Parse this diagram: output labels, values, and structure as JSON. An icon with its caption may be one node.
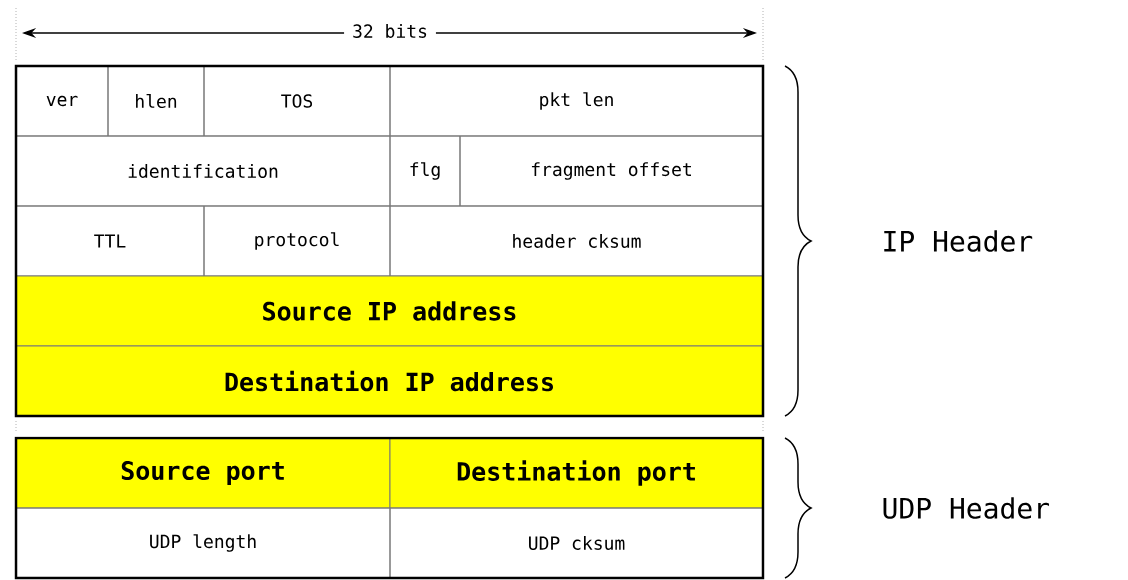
{
  "diagram": {
    "nodes": [
      {
        "text": [
          "ver"
        ]
      },
      {
        "text": [
          "hlen"
        ]
      },
      {
        "text": [
          "TOS"
        ]
      },
      {
        "text": [
          "pkt len"
        ]
      },
      {
        "text": [
          "identification"
        ]
      },
      {
        "text": [
          "flg"
        ]
      },
      {
        "text": [
          "fragment offset"
        ]
      },
      {
        "text": [
          "TTL"
        ]
      },
      {
        "text": [
          "protocol"
        ]
      },
      {
        "text": [
          "header cksum"
        ]
      },
      {
        "text": [
          "Source IP address"
        ]
      },
      {
        "text": [
          "Destination IP address"
        ]
      },
      {
        "text": [
          "Source port"
        ]
      },
      {
        "text": [
          "Destination port"
        ]
      },
      {
        "text": [
          "UDP length"
        ]
      },
      {
        "text": [
          "UDP cksum"
        ]
      }
    ],
    "labels": [
      "32 bits",
      "IP Header",
      "UDP Header"
    ]
  }
}
